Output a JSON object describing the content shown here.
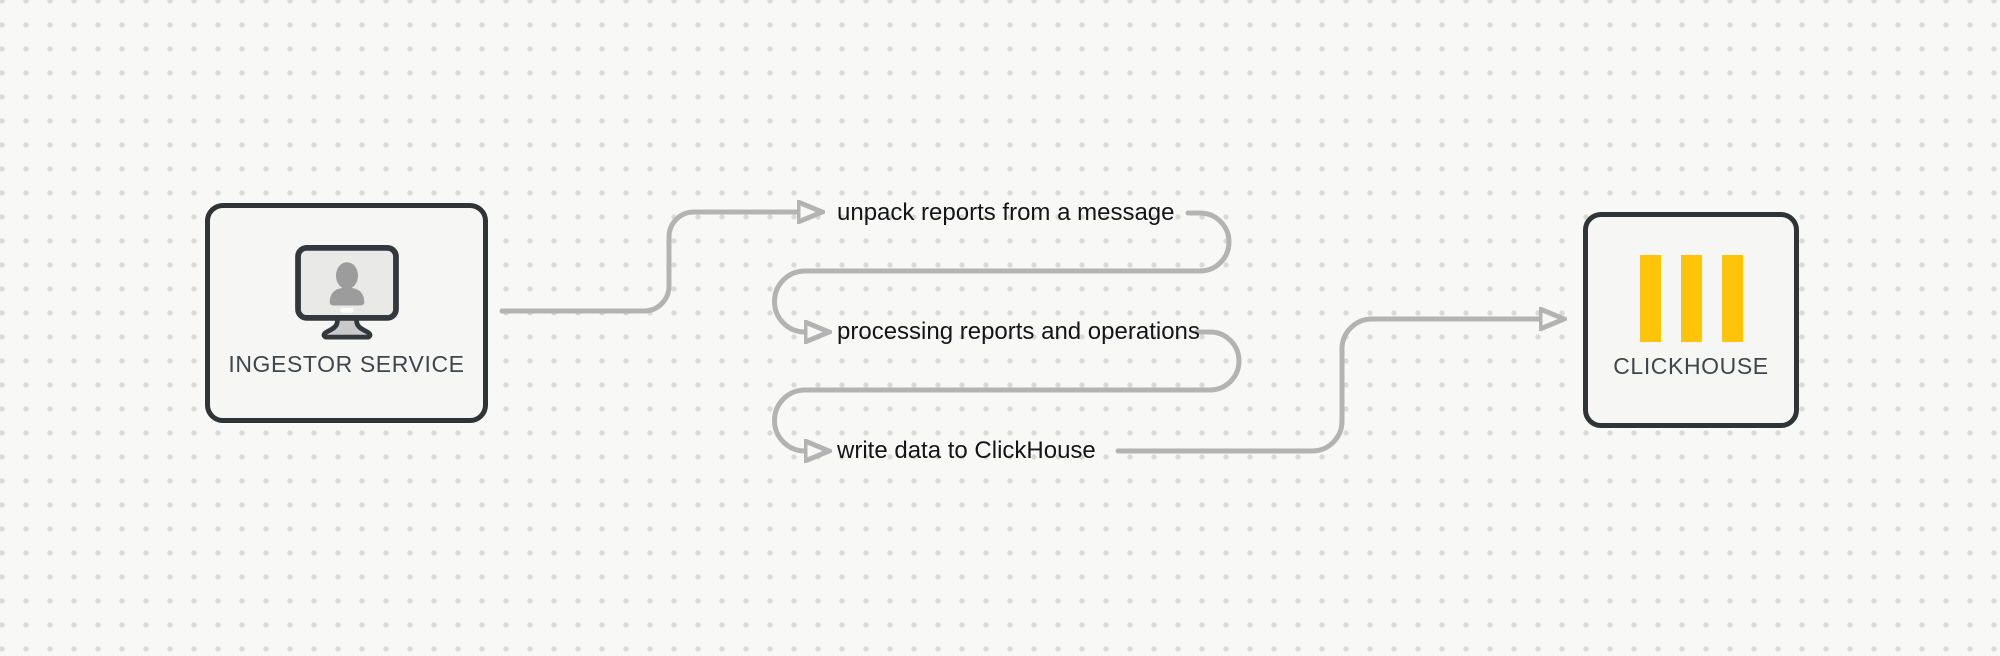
{
  "diagram": {
    "nodes": {
      "ingestor": {
        "label": "INGESTOR SERVICE",
        "icon": "monitor-user-icon"
      },
      "clickhouse": {
        "label": "CLICKHOUSE",
        "icon": "clickhouse-bars-icon"
      }
    },
    "steps": [
      {
        "label": "unpack reports from a message"
      },
      {
        "label": "processing reports and operations"
      },
      {
        "label": "write data to ClickHouse"
      }
    ],
    "colors": {
      "background": "#f8f8f6",
      "grid_dot": "#d9d9d6",
      "node_fill": "#f6f7f4",
      "node_border": "#2f3437",
      "connector": "#b3b3b3",
      "step_text": "#141518",
      "node_label_text": "#41464c",
      "clickhouse_yellow": "#fdc40a"
    }
  }
}
